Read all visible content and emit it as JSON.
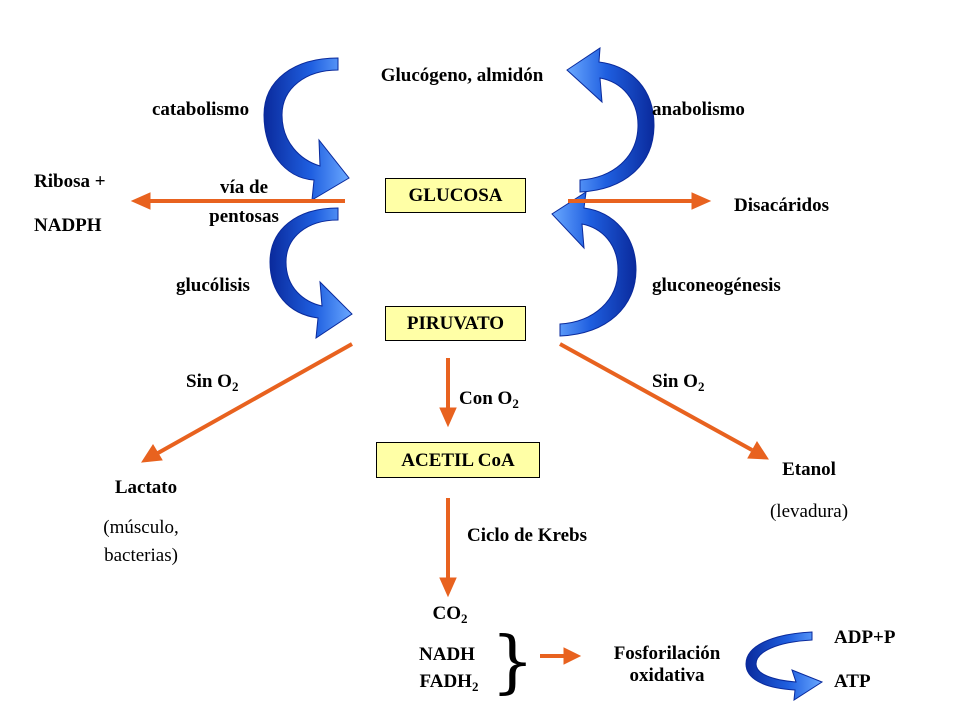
{
  "nodes": {
    "glucogeno": "Glucógeno, almidón",
    "glucosa": "GLUCOSA",
    "piruvato": "PIRUVATO",
    "acetil": "ACETIL CoA",
    "ribosa": "Ribosa +",
    "nadph": "NADPH",
    "disacaridos": "Disacáridos",
    "lactato": "Lactato",
    "lactato_note_1": "(músculo,",
    "lactato_note_2": "bacterias)",
    "etanol": "Etanol",
    "etanol_note": "(levadura)",
    "co2": "CO",
    "co2_sub": "2",
    "nadh": "NADH",
    "fadh": "FADH",
    "fadh_sub": "2",
    "fosforilacion_1": "Fosforilación",
    "fosforilacion_2": "oxidativa",
    "adp": "ADP+P",
    "atp": "ATP"
  },
  "processes": {
    "catabolismo": "catabolismo",
    "anabolismo": "anabolismo",
    "via_1": "vía de",
    "via_2": "pentosas",
    "glucolisis": "glucólisis",
    "gluconeogenesis": "gluconeogénesis",
    "sin_o2_left": "Sin  O",
    "sin_o2_left_sub": "2",
    "sin_o2_right": "Sin  O",
    "sin_o2_right_sub": "2",
    "con_o2": "Con  O",
    "con_o2_sub": "2",
    "krebs": "Ciclo de Krebs",
    "brace": "}"
  },
  "colors": {
    "box_fill": "#ffffa6",
    "orange_arrow": "#e8621f",
    "blue_arrow": "#1f5fe0"
  }
}
